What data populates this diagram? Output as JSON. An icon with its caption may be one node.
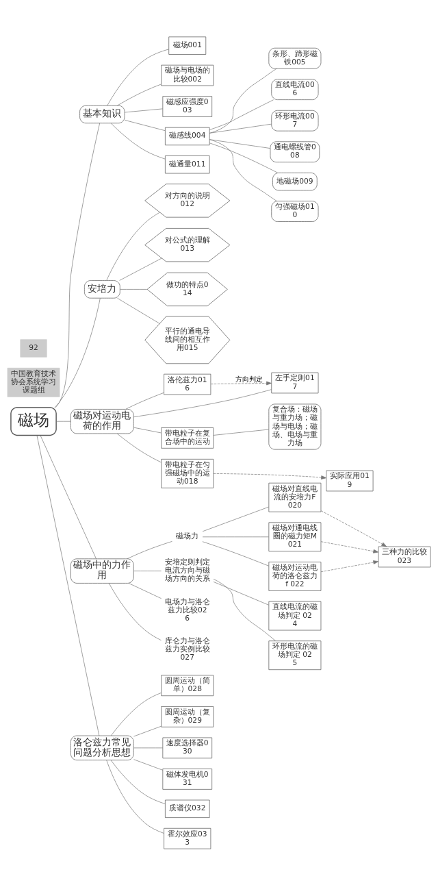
{
  "diagram": {
    "nodes": [
      {
        "text": [
          "磁场"
        ]
      },
      {
        "text": [
          "基本知识"
        ]
      },
      {
        "text": [
          "磁场001"
        ]
      },
      {
        "text": [
          "磁场与电场的比较002"
        ]
      },
      {
        "text": [
          "磁感应强度003"
        ]
      },
      {
        "text": [
          "磁感线004"
        ]
      },
      {
        "text": [
          "条形、蹄形磁铁005"
        ]
      },
      {
        "text": [
          "直线电流006"
        ]
      },
      {
        "text": [
          "环形电流007"
        ]
      },
      {
        "text": [
          "通电螺线管008"
        ]
      },
      {
        "text": [
          "地磁场009"
        ]
      },
      {
        "text": [
          "匀强磁场010"
        ]
      },
      {
        "text": [
          "磁通量011"
        ]
      },
      {
        "text": [
          "安培力"
        ]
      },
      {
        "text": [
          "对方向的说明012"
        ]
      },
      {
        "text": [
          "对公式的理解013"
        ]
      },
      {
        "text": [
          "做功的特点014"
        ]
      },
      {
        "text": [
          "平行的通电导线间的相互作用015"
        ]
      },
      {
        "text": [
          "磁场对运动电荷的作用"
        ]
      },
      {
        "text": [
          "洛伦兹力016"
        ]
      },
      {
        "text": [
          "左手定则017"
        ]
      },
      {
        "text": [
          "带电粒子在复合场中的运动"
        ]
      },
      {
        "text": [
          "复合场：磁场与重力场；磁场与电场；磁场、电场与重力场"
        ]
      },
      {
        "text": [
          "带电粒子在匀强磁场中的运动018"
        ]
      },
      {
        "text": [
          "实际应用019"
        ]
      },
      {
        "text": [
          "磁场中的力作用"
        ]
      },
      {
        "text": [
          "磁场力"
        ]
      },
      {
        "text": [
          "磁场对直线电流的安培力F 020"
        ]
      },
      {
        "text": [
          "磁场对通电线圈的磁力矩M 021"
        ]
      },
      {
        "text": [
          "磁场对运动电荷的洛仑兹力f 022"
        ]
      },
      {
        "text": [
          "三种力的比较023"
        ]
      },
      {
        "text": [
          "安培定则判定电流方向与磁场方向的关系"
        ]
      },
      {
        "text": [
          "直线电流的磁场判定 024"
        ]
      },
      {
        "text": [
          "环形电流的磁场判定 025"
        ]
      },
      {
        "text": [
          "电场力与洛仑兹力比较026"
        ]
      },
      {
        "text": [
          "库仑力与洛仑兹力实例比较027"
        ]
      },
      {
        "text": [
          "洛仑兹力常见问题分析思想"
        ]
      },
      {
        "text": [
          "圆周运动（简单）028"
        ]
      },
      {
        "text": [
          "圆周运动（复杂）029"
        ]
      },
      {
        "text": [
          "速度选择器030"
        ]
      },
      {
        "text": [
          "磁体发电机031"
        ]
      },
      {
        "text": [
          "质谱仪032"
        ]
      },
      {
        "text": [
          "霍尔效应033"
        ]
      }
    ],
    "edges": [
      {
        "from": 0,
        "to": 1,
        "arrow": "none"
      },
      {
        "from": 0,
        "to": 13,
        "arrow": "none"
      },
      {
        "from": 0,
        "to": 18,
        "arrow": "none"
      },
      {
        "from": 0,
        "to": 25,
        "arrow": "none"
      },
      {
        "from": 0,
        "to": 36,
        "arrow": "none"
      },
      {
        "from": 1,
        "to": 2,
        "arrow": "none"
      },
      {
        "from": 1,
        "to": 3,
        "arrow": "none"
      },
      {
        "from": 1,
        "to": 4,
        "arrow": "none"
      },
      {
        "from": 1,
        "to": 5,
        "arrow": "none"
      },
      {
        "from": 1,
        "to": 12,
        "arrow": "none"
      },
      {
        "from": 5,
        "to": 6,
        "arrow": "none"
      },
      {
        "from": 5,
        "to": 7,
        "arrow": "none"
      },
      {
        "from": 5,
        "to": 8,
        "arrow": "none"
      },
      {
        "from": 5,
        "to": 9,
        "arrow": "none"
      },
      {
        "from": 5,
        "to": 10,
        "arrow": "none"
      },
      {
        "from": 5,
        "to": 11,
        "arrow": "none"
      },
      {
        "from": 13,
        "to": 14,
        "arrow": "none"
      },
      {
        "from": 13,
        "to": 15,
        "arrow": "none"
      },
      {
        "from": 13,
        "to": 16,
        "arrow": "none"
      },
      {
        "from": 13,
        "to": 17,
        "arrow": "none"
      },
      {
        "from": 18,
        "to": 19,
        "arrow": "none"
      },
      {
        "from": 18,
        "to": 20,
        "arrow": "none"
      },
      {
        "from": 18,
        "to": 21,
        "arrow": "none"
      },
      {
        "from": 18,
        "to": 23,
        "arrow": "none"
      },
      {
        "from": 19,
        "to": 20,
        "arrow": "to",
        "style": "dashed",
        "label": "方向判定"
      },
      {
        "from": 21,
        "to": 22,
        "arrow": "none"
      },
      {
        "from": 23,
        "to": 24,
        "arrow": "to",
        "style": "dashed"
      },
      {
        "from": 25,
        "to": 26,
        "arrow": "none"
      },
      {
        "from": 25,
        "to": 31,
        "arrow": "none"
      },
      {
        "from": 25,
        "to": 34,
        "arrow": "none"
      },
      {
        "from": 25,
        "to": 35,
        "arrow": "none"
      },
      {
        "from": 26,
        "to": 27,
        "arrow": "none"
      },
      {
        "from": 26,
        "to": 28,
        "arrow": "none"
      },
      {
        "from": 26,
        "to": 29,
        "arrow": "none"
      },
      {
        "from": 27,
        "to": 30,
        "arrow": "to",
        "style": "dashed"
      },
      {
        "from": 28,
        "to": 30,
        "arrow": "to",
        "style": "dashed"
      },
      {
        "from": 29,
        "to": 30,
        "arrow": "to",
        "style": "dashed"
      },
      {
        "from": 31,
        "to": 32,
        "arrow": "none"
      },
      {
        "from": 31,
        "to": 33,
        "arrow": "none"
      },
      {
        "from": 36,
        "to": 37,
        "arrow": "none"
      },
      {
        "from": 36,
        "to": 38,
        "arrow": "none"
      },
      {
        "from": 36,
        "to": 39,
        "arrow": "none"
      },
      {
        "from": 36,
        "to": 40,
        "arrow": "none"
      },
      {
        "from": 36,
        "to": 41,
        "arrow": "none"
      },
      {
        "from": 36,
        "to": 42,
        "arrow": "none"
      }
    ],
    "labels": [
      "中国教育技术协会系统学习课题组",
      "92"
    ]
  }
}
